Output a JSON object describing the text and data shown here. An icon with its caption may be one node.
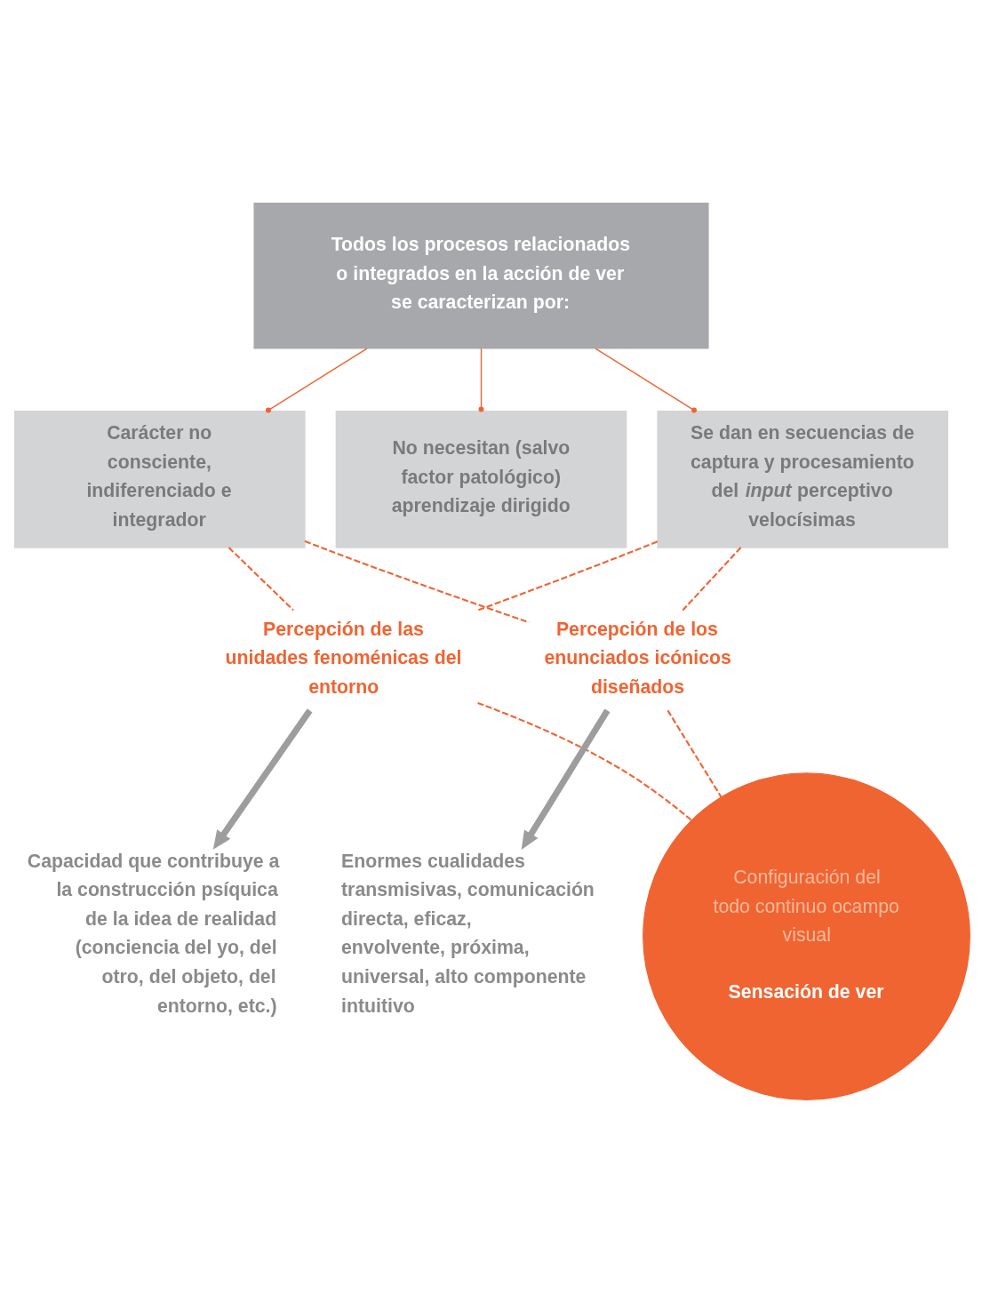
{
  "diagram": {
    "nodes": [
      {
        "text": [
          "Todos los procesos relacionados o integrados en la acción de ver se caracterizan por:"
        ]
      },
      {
        "text": [
          "Carácter no consciente, indiferenciado e integrador"
        ]
      },
      {
        "text": [
          "No necesitan (salvo factor patológico) aprendizaje dirigido"
        ]
      },
      {
        "text": [
          "Se dan en secuencias de captura y procesamiento del *input* perceptivo velocísimas"
        ]
      },
      {
        "text": [
          "Percepción de las unidades fenoménicas del entorno"
        ]
      },
      {
        "text": [
          "Percepción de los enunciados icónicos diseñados"
        ]
      },
      {
        "text": [
          "Capacidad que contribuye a la construcción psíquica de la idea de realidad (conciencia del yo, del otro, del objeto, del entorno, etc.)"
        ]
      },
      {
        "text": [
          "Enormes cualidades transmisivas, comunicación directa, eficaz, envolvente, próxima, universal, alto componente intuitivo"
        ]
      },
      {
        "text": [
          "Configuración del todo continuo ocampo visual",
          "Sensación de ver"
        ]
      }
    ],
    "edges": [
      {
        "from": 0,
        "to": 1,
        "arrow": "other"
      },
      {
        "from": 0,
        "to": 2,
        "arrow": "other"
      },
      {
        "from": 0,
        "to": 3,
        "arrow": "other"
      },
      {
        "from": 1,
        "to": 4,
        "arrow": "none",
        "style": "dashed"
      },
      {
        "from": 3,
        "to": 4,
        "arrow": "none",
        "style": "dashed"
      },
      {
        "from": 1,
        "to": 5,
        "arrow": "none",
        "style": "dashed"
      },
      {
        "from": 3,
        "to": 5,
        "arrow": "none",
        "style": "dashed"
      },
      {
        "from": 4,
        "to": 6,
        "arrow": "to",
        "style": "thick",
        "color": "#9d9d9d"
      },
      {
        "from": 5,
        "to": 7,
        "arrow": "to",
        "style": "thick",
        "color": "#9d9d9d"
      },
      {
        "from": 4,
        "to": 8,
        "arrow": "none",
        "style": "dashed"
      },
      {
        "from": 5,
        "to": 8,
        "arrow": "none",
        "style": "dashed"
      }
    ]
  }
}
